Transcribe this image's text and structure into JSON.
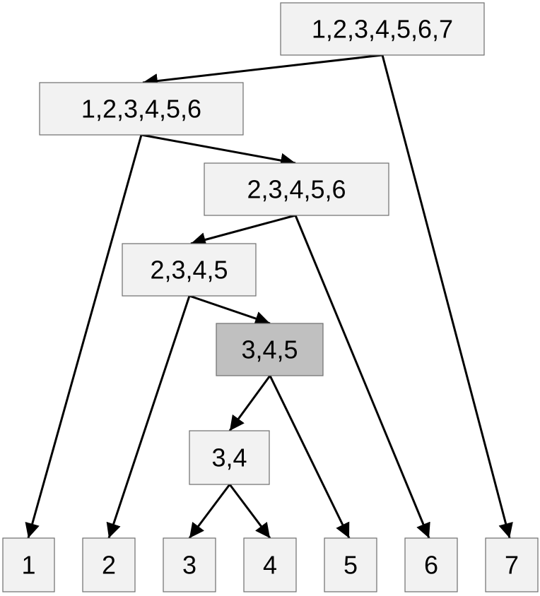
{
  "nodes": [
    {
      "id": "n1234567",
      "label": "1,2,3,4,5,6,7",
      "highlighted": false
    },
    {
      "id": "n123456",
      "label": "1,2,3,4,5,6",
      "highlighted": false
    },
    {
      "id": "n23456",
      "label": "2,3,4,5,6",
      "highlighted": false
    },
    {
      "id": "n2345",
      "label": "2,3,4,5",
      "highlighted": false
    },
    {
      "id": "n345",
      "label": "3,4,5",
      "highlighted": true
    },
    {
      "id": "n34",
      "label": "3,4",
      "highlighted": false
    },
    {
      "id": "leaf1",
      "label": "1",
      "highlighted": false
    },
    {
      "id": "leaf2",
      "label": "2",
      "highlighted": false
    },
    {
      "id": "leaf3",
      "label": "3",
      "highlighted": false
    },
    {
      "id": "leaf4",
      "label": "4",
      "highlighted": false
    },
    {
      "id": "leaf5",
      "label": "5",
      "highlighted": false
    },
    {
      "id": "leaf6",
      "label": "6",
      "highlighted": false
    },
    {
      "id": "leaf7",
      "label": "7",
      "highlighted": false
    }
  ],
  "edges": [
    [
      "n1234567",
      "n123456"
    ],
    [
      "n1234567",
      "leaf7"
    ],
    [
      "n123456",
      "leaf1"
    ],
    [
      "n123456",
      "n23456"
    ],
    [
      "n23456",
      "n2345"
    ],
    [
      "n23456",
      "leaf6"
    ],
    [
      "n2345",
      "leaf2"
    ],
    [
      "n2345",
      "n345"
    ],
    [
      "n345",
      "n34"
    ],
    [
      "n345",
      "leaf5"
    ],
    [
      "n34",
      "leaf3"
    ],
    [
      "n34",
      "leaf4"
    ]
  ],
  "colors": {
    "node_fill": "#f2f2f2",
    "highlight_fill": "#c0c0c0",
    "edge": "#000000"
  }
}
